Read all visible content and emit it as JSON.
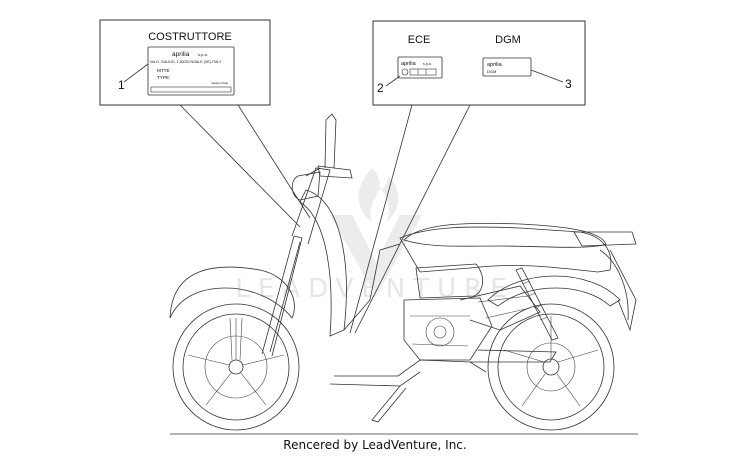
{
  "labels": {
    "costruttore": "COSTRUTTORE",
    "ece": "ECE",
    "dgm": "DGM"
  },
  "callouts": {
    "one": "1",
    "two": "2",
    "three": "3"
  },
  "plate_costruttore": {
    "brand": "aprilia",
    "suffix": "s.p.a.",
    "address": "Via G. GALILEI, 1 30033 NOALE (VE)-ITALY",
    "mtte": "MTTE",
    "type": "TYPE:",
    "made_in": "made in Italy"
  },
  "plate_ece": {
    "brand": "aprilia",
    "suffix": "s.p.a."
  },
  "plate_dgm": {
    "brand": "aprilia",
    "code": "DGM"
  },
  "watermark": {
    "text": "LEADVENTURE"
  },
  "footer": {
    "credit": "Rencered by LeadVenture, Inc."
  },
  "colors": {
    "line": "#333333",
    "watermark": "#e6e6e6"
  }
}
